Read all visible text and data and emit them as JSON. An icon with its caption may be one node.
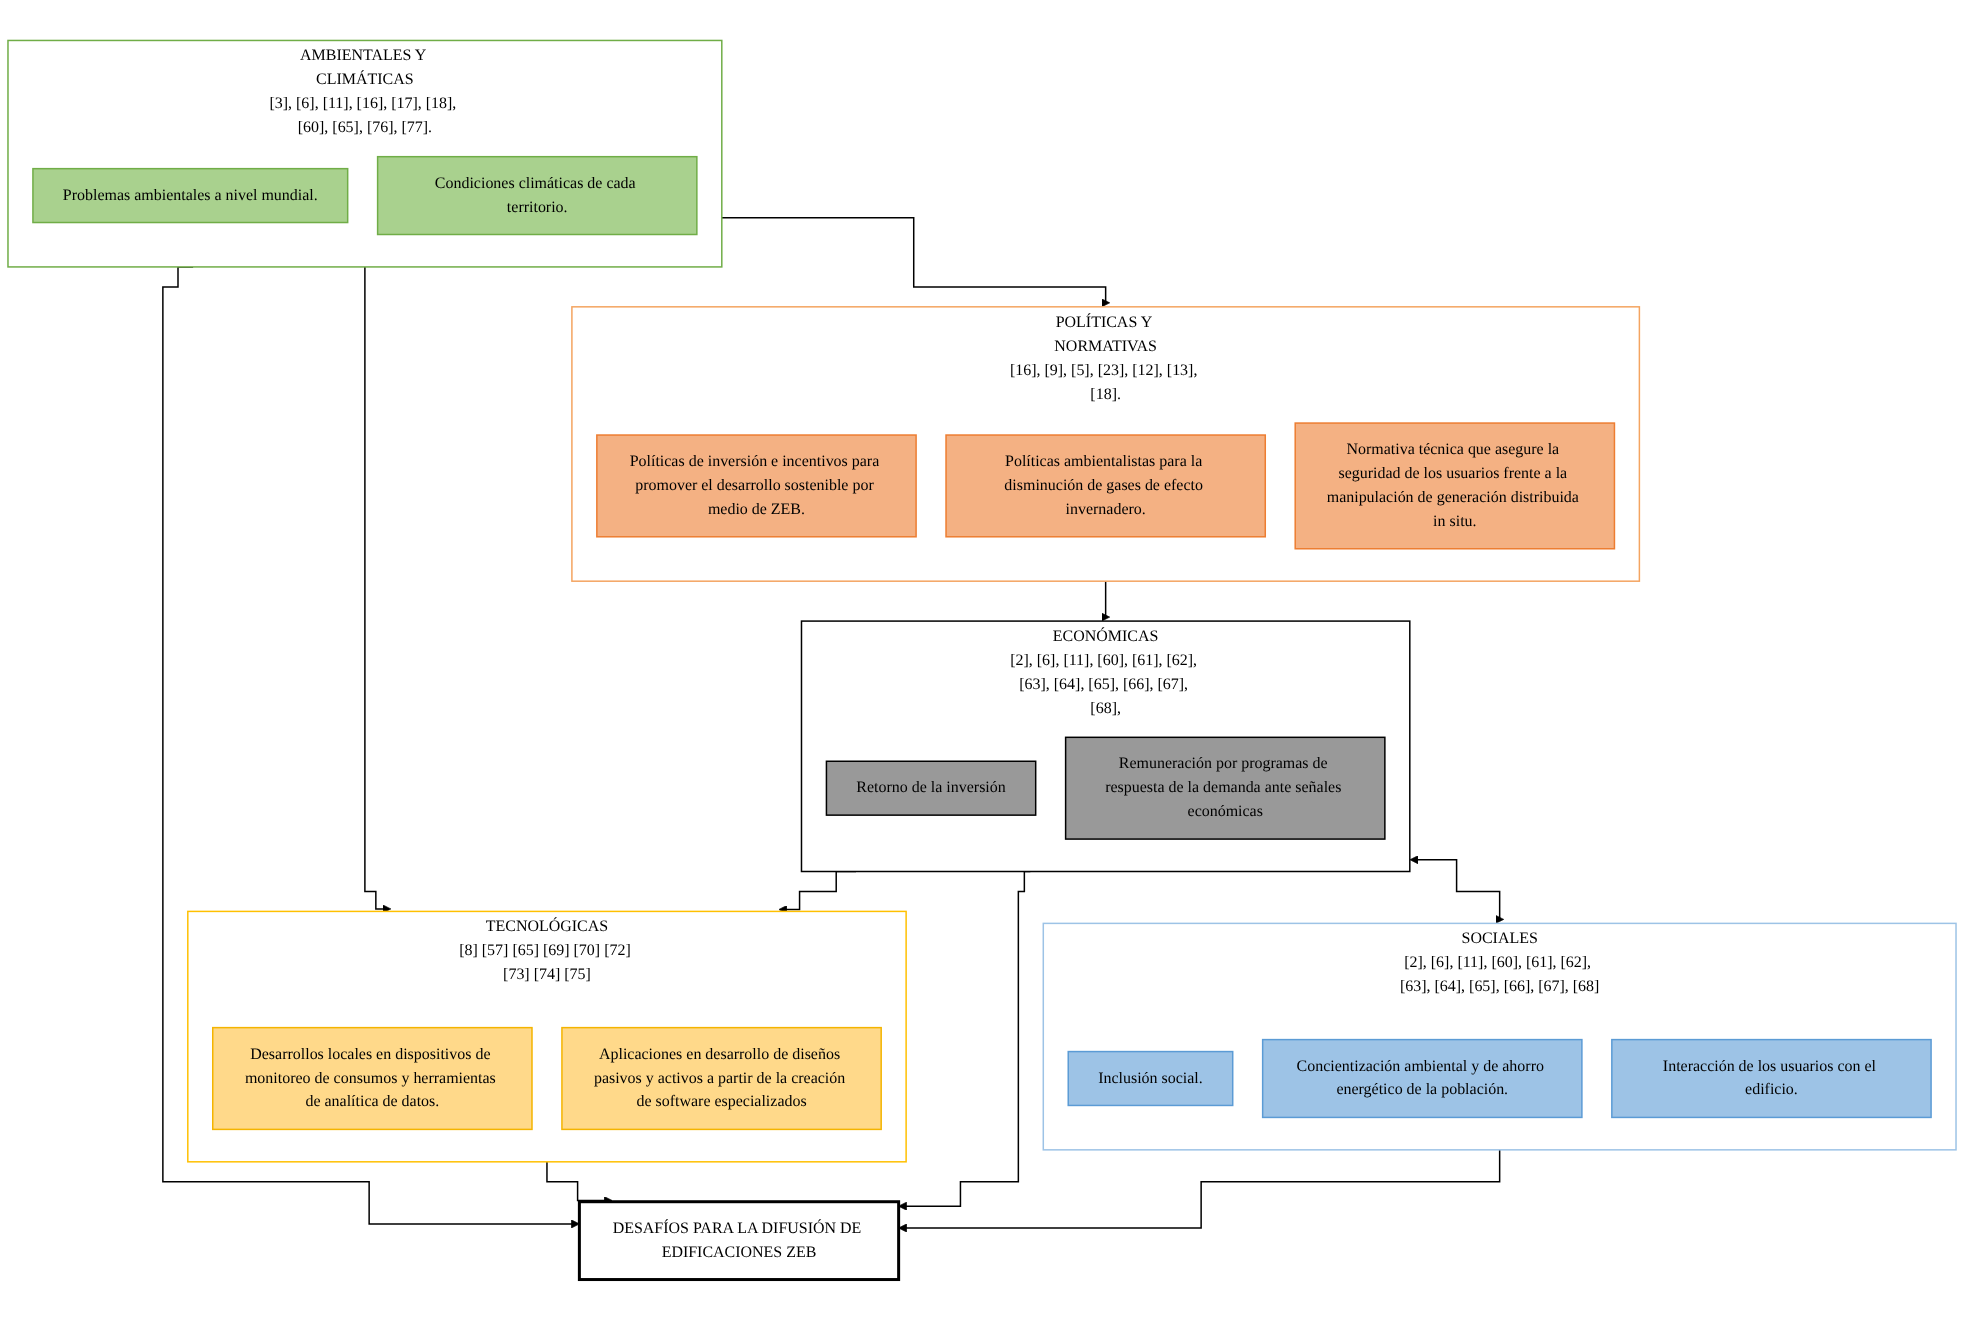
{
  "diagram": {
    "nodes": [
      {
        "text": [
          "AMBIENTALES Y CLIMÁTICAS"
        ],
        "beside": [
          "[3], [6], [11], [16], [17], [18], [60], [65], [76], [77]."
        ]
      },
      {
        "text": [
          "Problemas ambientales a nivel mundial."
        ],
        "in": 0
      },
      {
        "text": [
          "Condiciones climáticas de cada territorio."
        ],
        "in": 0
      },
      {
        "text": [
          "TECNOLÓGICAS"
        ],
        "beside": [
          "[8] [57] [65] [69] [70] [72] [73] [74] [75]"
        ]
      },
      {
        "text": [
          "Desarrollos locales en dispositivos de monitoreo de consumos y herramientas de analítica de datos."
        ],
        "in": 3
      },
      {
        "text": [
          "Aplicaciones en desarrollo de diseños pasivos y activos a partir de la creación de software especializados"
        ],
        "in": 3
      },
      {
        "text": [
          "DESAFÍOS PARA LA DIFUSIÓN DE EDIFICACIONES ZEB"
        ]
      },
      {
        "text": [
          "POLÍTICAS Y NORMATIVAS"
        ],
        "beside": [
          "[16], [9], [5], [23], [12], [13], [18]."
        ]
      },
      {
        "text": [
          "Políticas de inversión e incentivos para promover el desarrollo sostenible por medio de ZEB."
        ],
        "in": 7
      },
      {
        "text": [
          "Políticas ambientalistas para la disminución de gases de efecto invernadero."
        ],
        "in": 7
      },
      {
        "text": [
          "Normativa técnica que asegure la seguridad de los usuarios frente a la manipulación de generación distribuida in situ."
        ],
        "in": 7
      },
      {
        "text": [
          "SOCIALES"
        ],
        "beside": [
          "[2], [6], [11], [60], [61], [62], [63], [64], [65], [66], [67], [68]"
        ]
      },
      {
        "text": [
          "Inclusión social."
        ],
        "in": 11
      },
      {
        "text": [
          "Concientización ambiental y de ahorro energético de la población."
        ],
        "in": 11
      },
      {
        "text": [
          "Interacción de los usuarios con el edificio."
        ],
        "in": 11
      },
      {
        "text": [
          "ECONÓMICAS"
        ],
        "beside": [
          "[2], [6], [11], [60], [61], [62], [63], [64], [65], [66], [67], [68],"
        ]
      },
      {
        "text": [
          "Retorno de la inversión"
        ],
        "in": 15
      },
      {
        "text": [
          "Remuneración por programas de respuesta de la demanda ante señales económicas"
        ],
        "in": 15
      }
    ],
    "edges": [
      {
        "from": 0,
        "to": 3,
        "arrow": "to"
      },
      {
        "from": 0,
        "to": 7,
        "arrow": "to"
      },
      {
        "from": 0,
        "to": 6,
        "arrow": "to"
      },
      {
        "from": 3,
        "to": 6,
        "arrow": "to"
      },
      {
        "from": 15,
        "to": 6,
        "arrow": "to"
      },
      {
        "from": 15,
        "to": 3,
        "arrow": "to"
      },
      {
        "from": 11,
        "to": 6,
        "arrow": "to"
      },
      {
        "from": 7,
        "to": 15,
        "arrow": "to"
      },
      {
        "from": 15,
        "to": 11,
        "arrow": "both"
      }
    ]
  }
}
